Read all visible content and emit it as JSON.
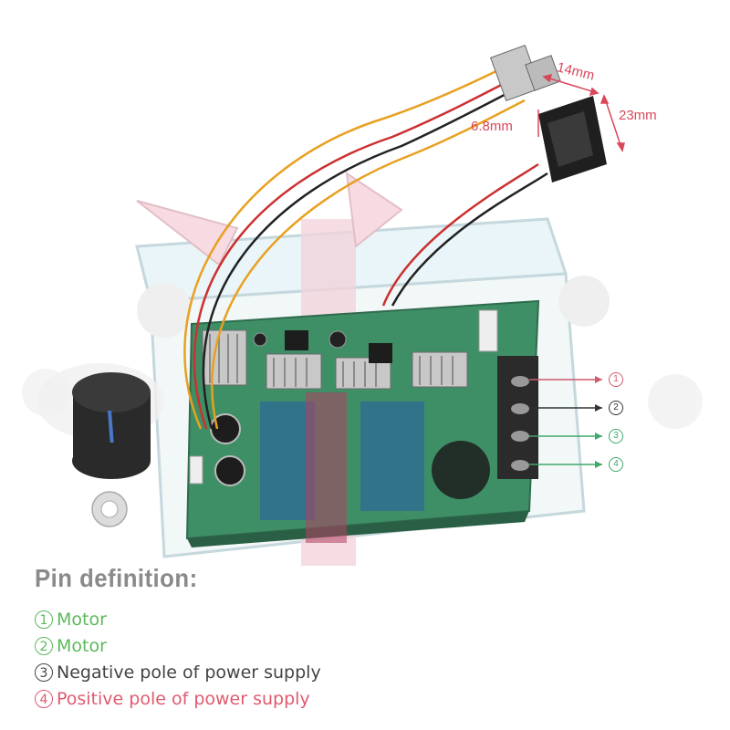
{
  "dimensions": {
    "width_label": "14mm",
    "height_label": "23mm",
    "diameter_label": "6.8mm"
  },
  "pins": [
    {
      "number": "1",
      "color": "#d05a6a"
    },
    {
      "number": "2",
      "color": "#333333"
    },
    {
      "number": "3",
      "color": "#3fa86a"
    },
    {
      "number": "4",
      "color": "#3fa86a"
    }
  ],
  "pin_definition": {
    "title": "Pin definition:",
    "items": [
      {
        "number": "1",
        "label": "Motor",
        "color": "#5cb85c"
      },
      {
        "number": "2",
        "label": "Motor",
        "color": "#5cb85c"
      },
      {
        "number": "3",
        "label": "Negative pole of power supply",
        "color": "#444444"
      },
      {
        "number": "4",
        "label": "Positive pole of power supply",
        "color": "#e05a6e"
      }
    ]
  }
}
